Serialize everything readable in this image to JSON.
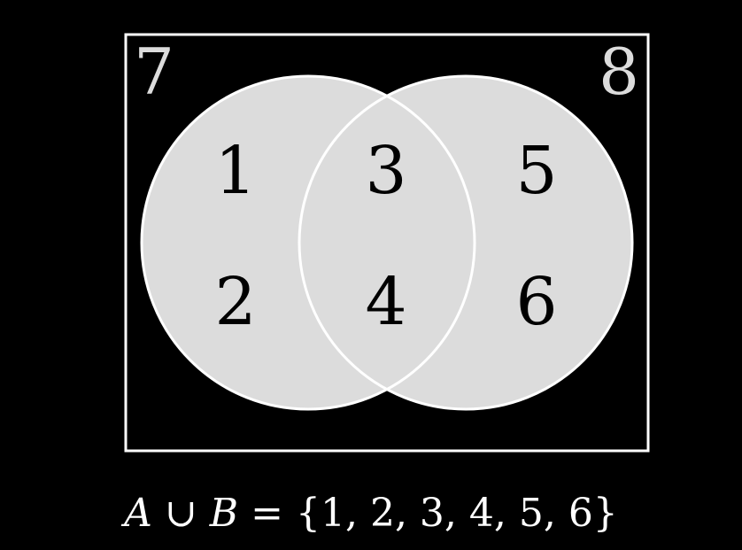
{
  "colors": {
    "background": "#000000",
    "set_fill": "#dcdcdc",
    "outline": "#ffffff",
    "inside_text": "#000000",
    "outside_text": "#dcdcdc"
  },
  "regions": {
    "a_only": [
      "1",
      "2"
    ],
    "a_and_b": [
      "3",
      "4"
    ],
    "b_only": [
      "5",
      "6"
    ],
    "outside": [
      "7",
      "8"
    ]
  },
  "formula": {
    "set_a": "A",
    "union": " ∪ ",
    "set_b": "B",
    "equals": " = ",
    "result": "{1, 2, 3, 4, 5, 6}"
  }
}
